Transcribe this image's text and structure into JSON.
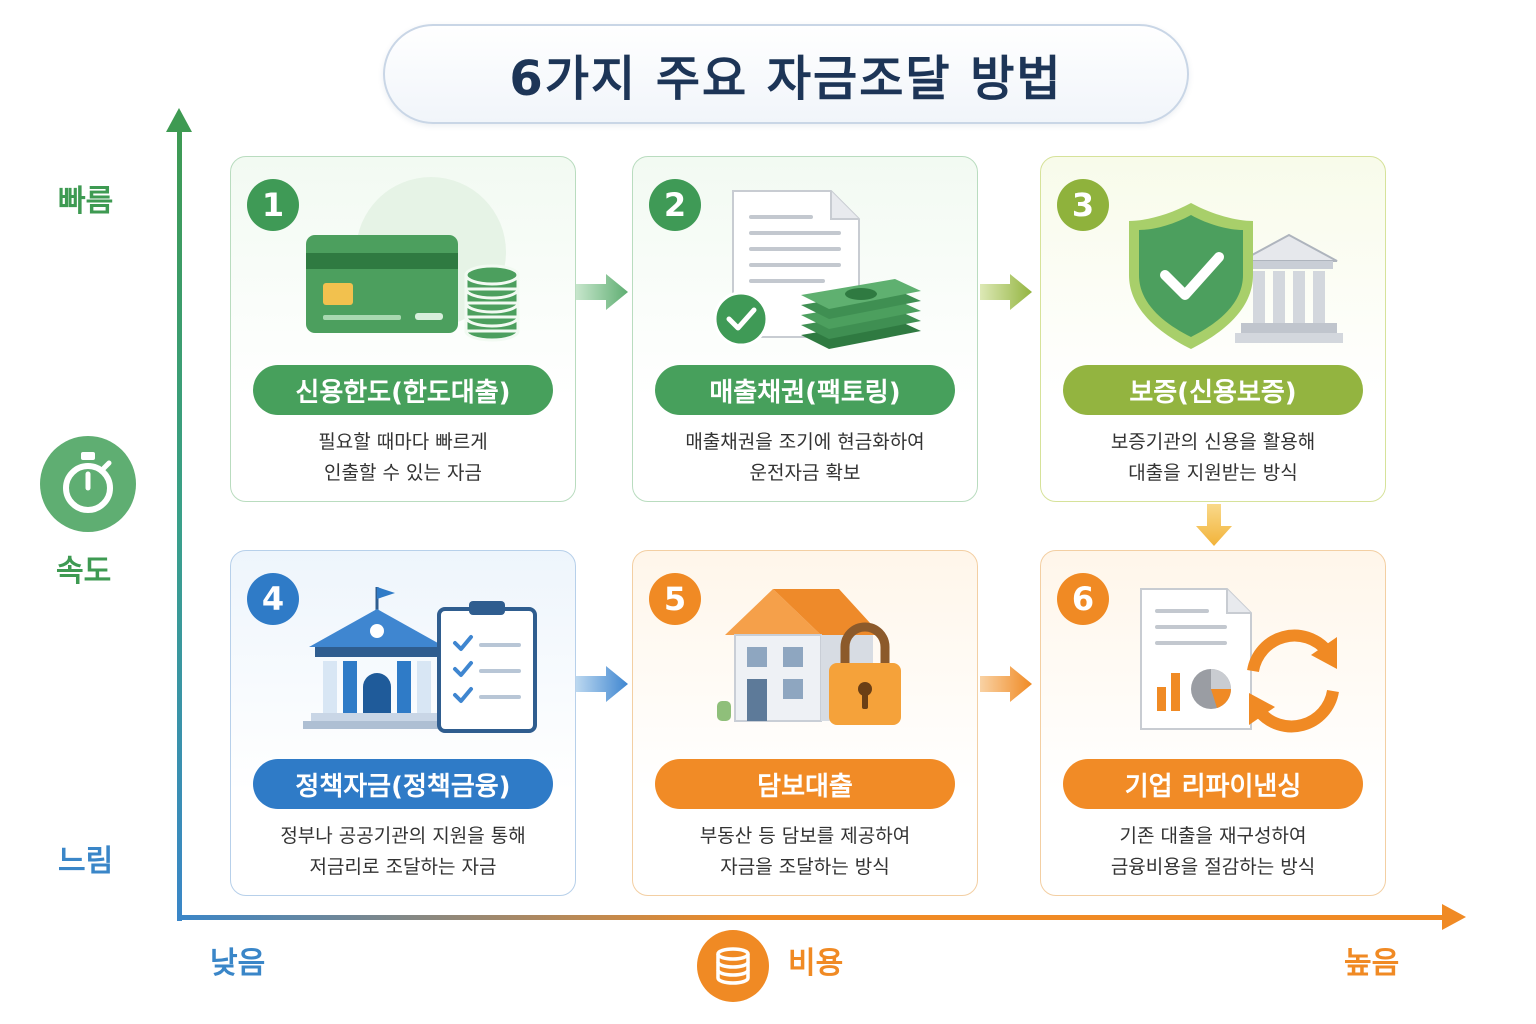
{
  "title": "6가지 주요 자금조달 방법",
  "axes": {
    "vertical": {
      "high": "빠름",
      "low": "느림",
      "name": "속도"
    },
    "horizontal": {
      "low": "낮음",
      "high": "높음",
      "name": "비용"
    }
  },
  "colors": {
    "green": "#47a05c",
    "lime": "#93b440",
    "blue": "#2f7bc7",
    "orange": "#f18b26",
    "title": "#1d3557"
  },
  "cards": [
    {
      "number": "1",
      "title": "신용한도(한도대출)",
      "desc": [
        "필요할 때마다 빠르게",
        "인출할 수 있는 자금"
      ],
      "icon": "credit-card-icon"
    },
    {
      "number": "2",
      "title": "매출채권(팩토링)",
      "desc": [
        "매출채권을 조기에 현금화하여",
        "운전자금 확보"
      ],
      "icon": "invoice-cash-icon"
    },
    {
      "number": "3",
      "title": "보증(신용보증)",
      "desc": [
        "보증기관의 신용을 활용해",
        "대출을 지원받는 방식"
      ],
      "icon": "shield-bank-icon"
    },
    {
      "number": "4",
      "title": "정책자금(정책금융)",
      "desc": [
        "정부나 공공기관의 지원을 통해",
        "저금리로 조달하는 자금"
      ],
      "icon": "government-checklist-icon"
    },
    {
      "number": "5",
      "title": "담보대출",
      "desc": [
        "부동산 등 담보를 제공하여",
        "자금을 조달하는 방식"
      ],
      "icon": "house-lock-icon"
    },
    {
      "number": "6",
      "title": "기업 리파이낸싱",
      "desc": [
        "기존 대출을 재구성하여",
        "금융비용을 절감하는 방식"
      ],
      "icon": "refinance-report-icon"
    }
  ]
}
